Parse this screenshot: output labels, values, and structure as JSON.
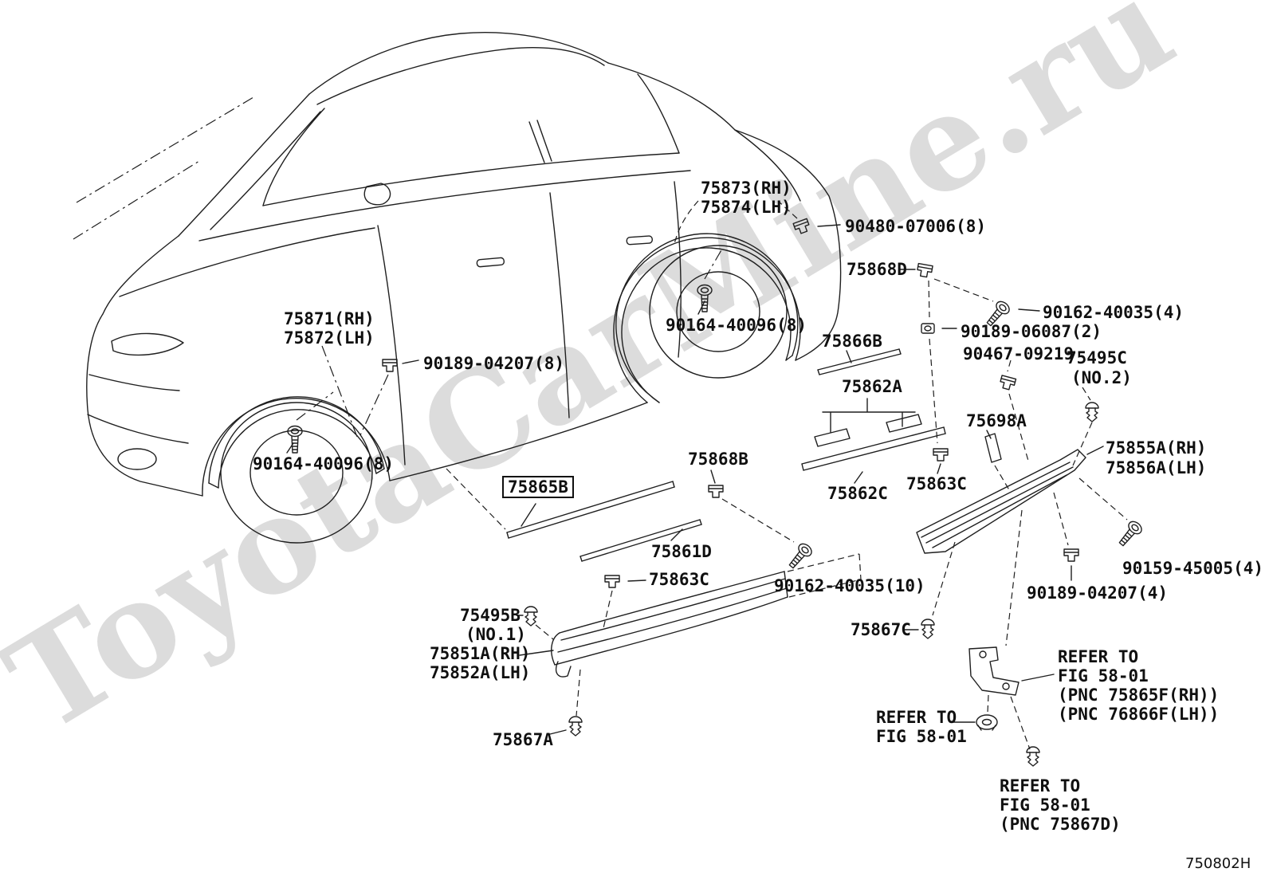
{
  "page": {
    "watermark": "ToyotaCarMine.ru",
    "figure_code": "750802H"
  },
  "parts": {
    "p75873": "75873(RH)",
    "p75874": "75874(LH)",
    "p90480": "90480-07006(8)",
    "p75868d": "75868D",
    "p90162_4": "90162-40035(4)",
    "p90189_06087": "90189-06087(2)",
    "p90467": "90467-09219",
    "p75495c": "75495C",
    "p75495c_no": "(NO.2)",
    "p75866b": "75866B",
    "p75862a": "75862A",
    "p75698a": "75698A",
    "p75855a": "75855A(RH)",
    "p75856a": "75856A(LH)",
    "p75871": "75871(RH)",
    "p75872": "75872(LH)",
    "p90189_04207_8": "90189-04207(8)",
    "p90164_rear": "90164-40096(8)",
    "p90164_front": "90164-40096(8)",
    "p75868b": "75868B",
    "p75865b": "75865B",
    "p75861d": "75861D",
    "p75863c_l": "75863C",
    "p75862c": "75862C",
    "p75863c_r": "75863C",
    "p75495b": "75495B",
    "p75495b_no": "(NO.1)",
    "p75851a": "75851A(RH)",
    "p75852a": "75852A(LH)",
    "p75867a": "75867A",
    "p90162_10": "90162-40035(10)",
    "p75867c": "75867C",
    "p90159": "90159-45005(4)",
    "p90189_04207_4": "90189-04207(4)"
  },
  "notes": {
    "refer1": [
      "REFER TO",
      "FIG 58-01",
      "(PNC 75865F(RH))",
      "(PNC 76866F(LH))"
    ],
    "refer2": [
      "REFER TO",
      "FIG 58-01"
    ],
    "refer3": [
      "REFER TO",
      "FIG 58-01",
      "(PNC 75867D)"
    ]
  }
}
